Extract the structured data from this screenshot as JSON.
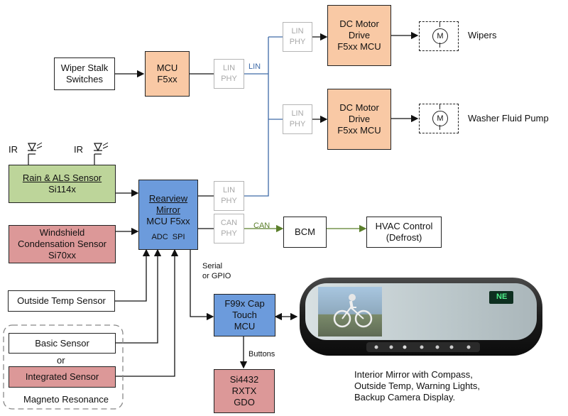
{
  "blocks": {
    "wiper_stalk": [
      "Wiper Stalk",
      "Switches"
    ],
    "mcu": [
      "MCU",
      "F5xx"
    ],
    "dc_motor_1": [
      "DC Motor",
      "Drive",
      "F5xx MCU"
    ],
    "dc_motor_2": [
      "DC Motor",
      "Drive",
      "F5xx MCU"
    ],
    "rain_als": [
      "Rain & ALS Sensor",
      "Si114x"
    ],
    "windshield": [
      "Windshield",
      "Condensation Sensor",
      "Si70xx"
    ],
    "rearview": [
      "Rearview",
      "Mirror",
      "MCU F5xx"
    ],
    "rearview_ports": "ADC  SPI",
    "bcm": "BCM",
    "hvac": [
      "HVAC Control",
      "(Defrost)"
    ],
    "outside_temp": "Outside Temp Sensor",
    "basic_sensor": "Basic Sensor",
    "integrated_sensor": "Integrated Sensor",
    "or": "or",
    "magneto": "Magneto Resonance",
    "f99x": [
      "F99x Cap",
      "Touch",
      "MCU"
    ],
    "si4432": [
      "Si4432",
      "RXTX",
      "GDO"
    ]
  },
  "phy": {
    "lin_phy": [
      "LIN",
      "PHY"
    ],
    "can_phy": [
      "CAN",
      "PHY"
    ]
  },
  "labels": {
    "lin": "LIN",
    "can": "CAN",
    "serial": [
      "Serial",
      "or GPIO"
    ],
    "buttons": "Buttons",
    "wipers": "Wipers",
    "washer": "Washer Fluid Pump",
    "ir": "IR",
    "motor_symbol": "M",
    "compass": "NE",
    "caption": [
      "Interior Mirror with Compass,",
      "Outside Temp, Warning Lights,",
      "Backup Camera Display."
    ]
  },
  "colors": {
    "orange": "#f9c9a5",
    "green": "#bdd59a",
    "red": "#dc9898",
    "blue": "#6c9bdc",
    "lin_line": "#3e6aa8",
    "can_line": "#5b7f2b"
  },
  "icons": [
    "ir-led-icon",
    "motor-icon",
    "mirror-photo"
  ]
}
